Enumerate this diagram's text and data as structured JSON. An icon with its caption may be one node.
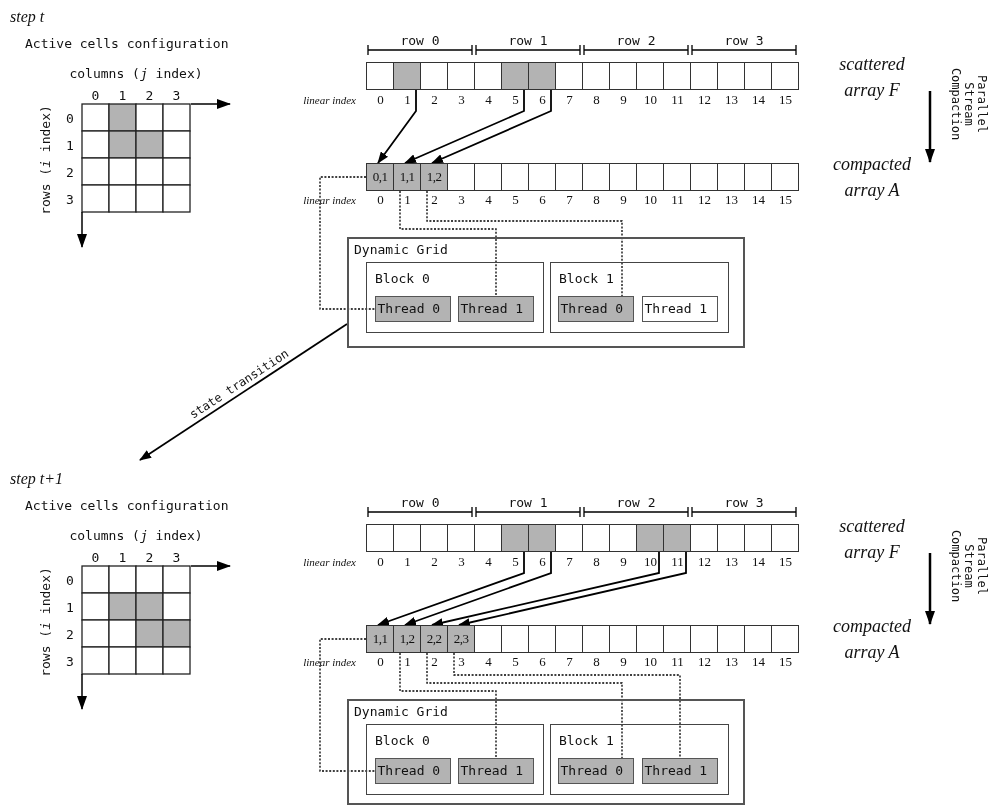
{
  "diagram": {
    "nodes": [
      {
        "text": [],
        "shape": "box"
      },
      {
        "text": [],
        "shape": "box"
      },
      {
        "text": [],
        "shape": "box"
      },
      {
        "text": [],
        "shape": "box"
      },
      {
        "text": [],
        "shape": "box"
      },
      {
        "text": [],
        "shape": "box"
      },
      {
        "text": [],
        "shape": "box"
      },
      {
        "text": [],
        "shape": "box"
      },
      {
        "text": [],
        "shape": "box"
      },
      {
        "text": [],
        "shape": "box"
      },
      {
        "text": [],
        "shape": "box"
      },
      {
        "text": [],
        "shape": "box"
      },
      {
        "text": [],
        "shape": "box"
      },
      {
        "text": [],
        "shape": "box"
      },
      {
        "text": [],
        "shape": "box"
      },
      {
        "text": [],
        "shape": "box"
      },
      {
        "text": [
          "0,1"
        ]
      },
      {
        "text": [
          "1,1"
        ]
      },
      {
        "text": [
          "1,2"
        ]
      },
      {
        "text": [],
        "shape": "box"
      },
      {
        "text": [],
        "shape": "box"
      },
      {
        "text": [],
        "shape": "box"
      },
      {
        "text": [],
        "shape": "box"
      },
      {
        "text": [],
        "shape": "box"
      },
      {
        "text": [],
        "shape": "box"
      },
      {
        "text": [],
        "shape": "box"
      },
      {
        "text": [],
        "shape": "box"
      },
      {
        "text": [],
        "shape": "box"
      },
      {
        "text": [],
        "shape": "box"
      },
      {
        "text": [],
        "shape": "box"
      },
      {
        "text": [],
        "shape": "box"
      },
      {
        "text": [],
        "shape": "box"
      },
      {
        "text": [
          "Dynamic Grid"
        ]
      },
      {
        "text": [
          "Block 0"
        ],
        "in": 32
      },
      {
        "text": [
          "Thread 0"
        ],
        "in": 33
      },
      {
        "text": [
          "Thread 1"
        ],
        "in": 33
      },
      {
        "text": [
          "Block 1"
        ],
        "in": 32
      },
      {
        "text": [
          "Thread 0"
        ],
        "in": 36
      },
      {
        "text": [
          "Thread 1"
        ],
        "in": 36
      },
      {
        "text": [],
        "shape": "box"
      },
      {
        "text": [],
        "shape": "box"
      },
      {
        "text": [],
        "shape": "box"
      },
      {
        "text": [],
        "shape": "box"
      },
      {
        "text": [],
        "shape": "box"
      },
      {
        "text": [],
        "shape": "box"
      },
      {
        "text": [],
        "shape": "box"
      },
      {
        "text": [],
        "shape": "box"
      },
      {
        "text": [],
        "shape": "box"
      },
      {
        "text": [],
        "shape": "box"
      },
      {
        "text": [],
        "shape": "box"
      },
      {
        "text": [],
        "shape": "box"
      },
      {
        "text": [],
        "shape": "box"
      },
      {
        "text": [],
        "shape": "box"
      },
      {
        "text": [],
        "shape": "box"
      },
      {
        "text": [],
        "shape": "box"
      },
      {
        "text": [
          "1,1"
        ]
      },
      {
        "text": [
          "1,2"
        ]
      },
      {
        "text": [
          "2,2"
        ]
      },
      {
        "text": [
          "2,3"
        ]
      },
      {
        "text": [],
        "shape": "box"
      },
      {
        "text": [],
        "shape": "box"
      },
      {
        "text": [],
        "shape": "box"
      },
      {
        "text": [],
        "shape": "box"
      },
      {
        "text": [],
        "shape": "box"
      },
      {
        "text": [],
        "shape": "box"
      },
      {
        "text": [],
        "shape": "box"
      },
      {
        "text": [],
        "shape": "box"
      },
      {
        "text": [],
        "shape": "box"
      },
      {
        "text": [],
        "shape": "box"
      },
      {
        "text": [],
        "shape": "box"
      },
      {
        "text": [],
        "shape": "box"
      },
      {
        "text": [
          "Dynamic Grid"
        ]
      },
      {
        "text": [
          "Block 0"
        ],
        "in": 71
      },
      {
        "text": [
          "Thread 0"
        ],
        "in": 72
      },
      {
        "text": [
          "Thread 1"
        ],
        "in": 72
      },
      {
        "text": [
          "Block 1"
        ],
        "in": 71
      },
      {
        "text": [
          "Thread 0"
        ],
        "in": 75
      },
      {
        "text": [
          "Thread 1"
        ],
        "in": 75
      }
    ],
    "edges": [
      {
        "from": 1,
        "to": 16,
        "arrow": "to"
      },
      {
        "from": 5,
        "to": 17,
        "arrow": "to"
      },
      {
        "from": 6,
        "to": 18,
        "arrow": "to"
      },
      {
        "from": 16,
        "to": 34,
        "arrow": "none",
        "style": "dashed"
      },
      {
        "from": 17,
        "to": 35,
        "arrow": "none",
        "style": "dashed"
      },
      {
        "from": 18,
        "to": 37,
        "arrow": "none",
        "style": "dashed"
      },
      {
        "from": 32,
        "to": null,
        "arrow": "to",
        "label": "state transition"
      },
      {
        "from": 44,
        "to": 55,
        "arrow": "to"
      },
      {
        "from": 45,
        "to": 56,
        "arrow": "to"
      },
      {
        "from": 49,
        "to": 57,
        "arrow": "to"
      },
      {
        "from": 50,
        "to": 58,
        "arrow": "to"
      },
      {
        "from": 55,
        "to": 73,
        "arrow": "none",
        "style": "dashed"
      },
      {
        "from": 56,
        "to": 74,
        "arrow": "none",
        "style": "dashed"
      },
      {
        "from": 57,
        "to": 76,
        "arrow": "none",
        "style": "dashed"
      },
      {
        "from": 58,
        "to": 77,
        "arrow": "none",
        "style": "dashed"
      }
    ],
    "labels": [
      "step t",
      "Active cells configuration",
      "columns (*j* index)",
      "0",
      "1",
      "2",
      "3",
      "0",
      "1",
      "2",
      "3",
      "rows (*i* index)",
      "row 0",
      "row 1",
      "row 2",
      "row 3",
      "scattered array F",
      "linear index",
      "0",
      "1",
      "2",
      "3",
      "4",
      "5",
      "6",
      "7",
      "8",
      "9",
      "10",
      "11",
      "12",
      "13",
      "14",
      "15",
      "compacted array A",
      "linear index",
      "0",
      "1",
      "2",
      "3",
      "4",
      "5",
      "6",
      "7",
      "8",
      "9",
      "10",
      "11",
      "12",
      "13",
      "14",
      "15",
      "Parallel Stream Compaction",
      "step t+1",
      "Active cells configuration",
      "columns (*j* index)",
      "0",
      "1",
      "2",
      "3",
      "0",
      "1",
      "2",
      "3",
      "rows (*i* index)",
      "row 0",
      "row 1",
      "row 2",
      "row 3",
      "scattered array F",
      "linear index",
      "0",
      "1",
      "2",
      "3",
      "4",
      "5",
      "6",
      "7",
      "8",
      "9",
      "10",
      "11",
      "12",
      "13",
      "14",
      "15",
      "compacted array A",
      "linear index",
      "0",
      "1",
      "2",
      "3",
      "4",
      "5",
      "6",
      "7",
      "8",
      "9",
      "10",
      "11",
      "12",
      "13",
      "14",
      "15",
      "Parallel Stream Compaction"
    ]
  }
}
